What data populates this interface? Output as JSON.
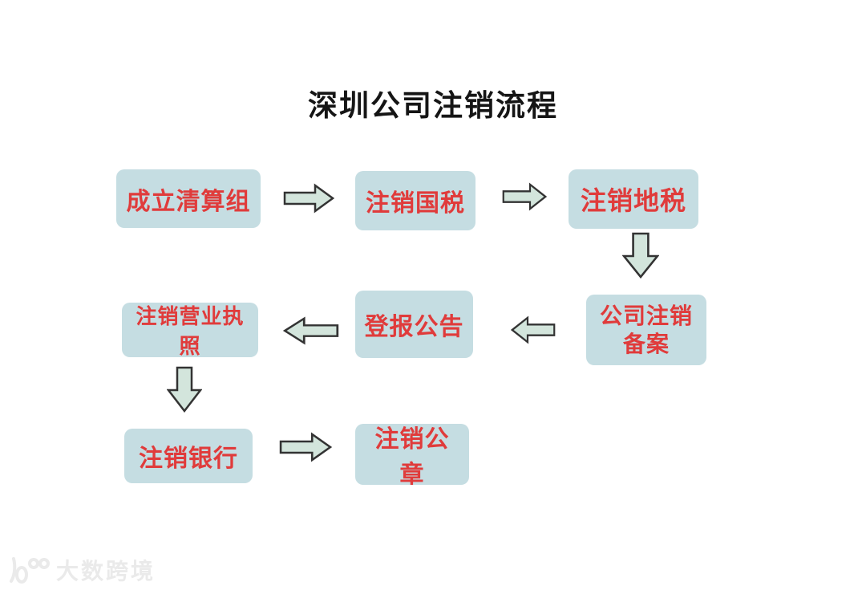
{
  "title": "深圳公司注销流程",
  "nodes": [
    {
      "id": "liquidation-group",
      "label": "成立清算组"
    },
    {
      "id": "cancel-national-tax",
      "label": "注销国税"
    },
    {
      "id": "cancel-local-tax",
      "label": "注销地税"
    },
    {
      "id": "company-cancellation-filing",
      "label": "公司注销备案"
    },
    {
      "id": "newspaper-announcement",
      "label": "登报公告"
    },
    {
      "id": "cancel-business-license",
      "label": "注销营业执照"
    },
    {
      "id": "cancel-bank-account",
      "label": "注销银行"
    },
    {
      "id": "cancel-official-seal",
      "label": "注销公章"
    }
  ],
  "edges": [
    {
      "from": "成立清算组",
      "to": "注销国税",
      "direction": "right"
    },
    {
      "from": "注销国税",
      "to": "注销地税",
      "direction": "right"
    },
    {
      "from": "注销地税",
      "to": "公司注销备案",
      "direction": "down"
    },
    {
      "from": "公司注销备案",
      "to": "登报公告",
      "direction": "left"
    },
    {
      "from": "登报公告",
      "to": "注销营业执照",
      "direction": "left"
    },
    {
      "from": "注销营业执照",
      "to": "注销银行",
      "direction": "down"
    },
    {
      "from": "注销银行",
      "to": "注销公章",
      "direction": "right"
    }
  ],
  "watermark": {
    "logo": "10-oo-brand-logo",
    "text": "大数跨境"
  },
  "colors": {
    "background": "#ffffff",
    "node_fill": "#c5dde2",
    "node_text": "#e03b3b",
    "arrow_fill": "#d3e5dc",
    "arrow_outline": "#333333",
    "title_text": "#151515",
    "watermark": "#eaeaea"
  }
}
